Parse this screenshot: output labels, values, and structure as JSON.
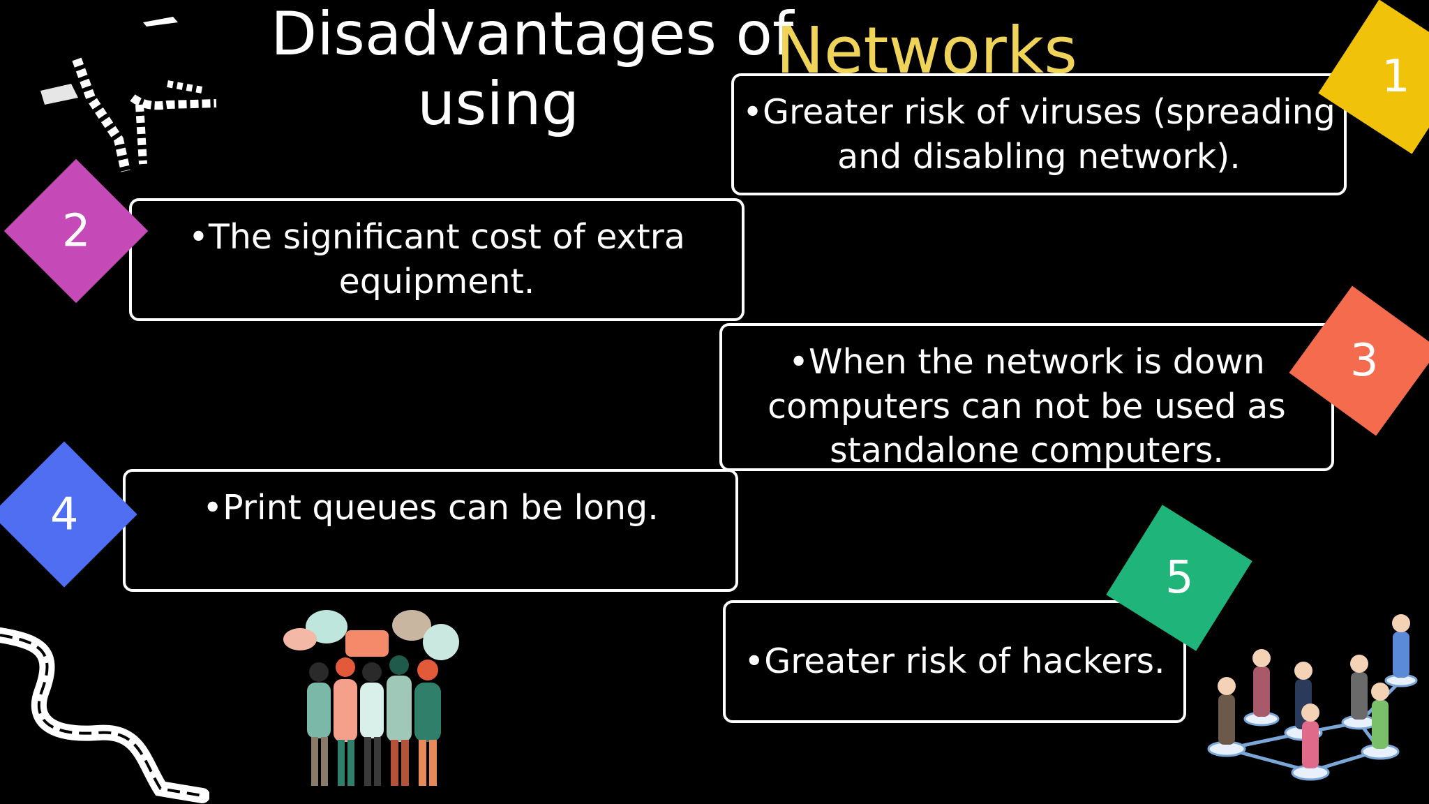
{
  "slide": {
    "title_line1": "Disadvantages of",
    "title_line2": "using",
    "title_highlight": "Networks",
    "title_highlight_color": "#f0d45a"
  },
  "items": [
    {
      "number": "1",
      "color": "#f0c20a",
      "lines": [
        "•Greater risk of viruses (spreading",
        "and disabling network)."
      ]
    },
    {
      "number": "2",
      "color": "#c54ab8",
      "lines": [
        "•The significant cost of extra",
        "equipment."
      ]
    },
    {
      "number": "3",
      "color": "#f46b4e",
      "lines": [
        "•When the network is down",
        "computers can not be used as",
        "standalone computers."
      ]
    },
    {
      "number": "4",
      "color": "#4f6ef2",
      "lines": [
        "•Print queues can be long."
      ]
    },
    {
      "number": "5",
      "color": "#1fb57a",
      "lines": [
        "•Greater risk of hackers."
      ]
    }
  ],
  "decorations": {
    "top_left": "white-brush-strokes",
    "bottom_left": "white-zigzag-brush-stroke",
    "group_illustration": "people-talking-with-speech-bubbles-illustration",
    "network_illustration": "connected-people-network-illustration"
  }
}
